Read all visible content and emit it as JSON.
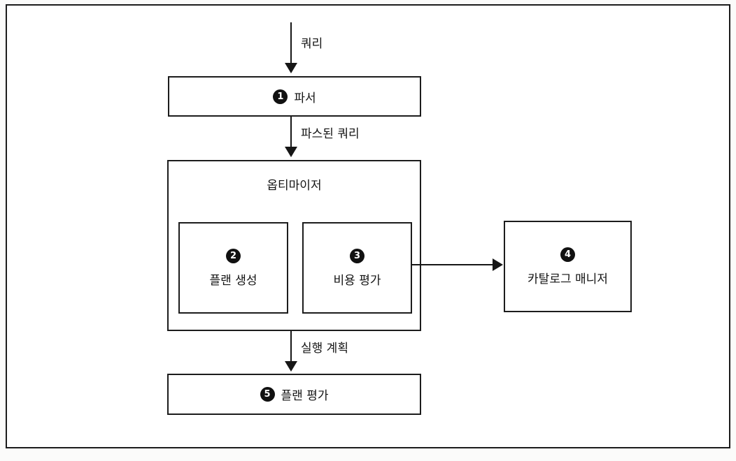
{
  "diagram": {
    "flow_labels": {
      "query": "쿼리",
      "parsed_query": "파스된 쿼리",
      "execution_plan": "실행 계획"
    },
    "nodes": {
      "parser": {
        "num": "1",
        "label": "파서"
      },
      "optimizer": {
        "label": "옵티마이저"
      },
      "plan_generation": {
        "num": "2",
        "label": "플랜 생성"
      },
      "cost_evaluation": {
        "num": "3",
        "label": "비용 평가"
      },
      "catalog_manager": {
        "num": "4",
        "label": "카탈로그 매니저"
      },
      "plan_evaluation": {
        "num": "5",
        "label": "플랜 평가"
      }
    }
  }
}
